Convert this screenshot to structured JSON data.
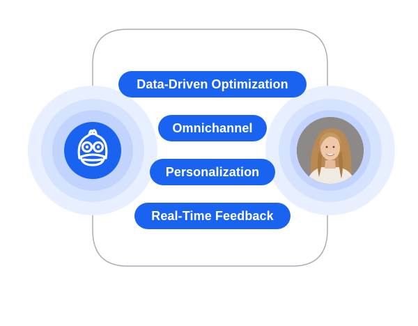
{
  "diagram": {
    "features": [
      "Data-Driven Optimization",
      "Omnichannel",
      "Personalization",
      "Real-Time Feedback"
    ],
    "left_node": {
      "icon": "duck-mascot-icon"
    },
    "right_node": {
      "icon": "person-photo"
    },
    "connectors": [
      "arrow-left-to-right",
      "arrow-right-to-left"
    ]
  },
  "colors": {
    "accent": "#1a63f0",
    "ring_outer": "#e8efff",
    "ring_mid": "#d6e3ff",
    "ring_inner": "#c2d4fd",
    "connector": "#a9aeb8"
  }
}
